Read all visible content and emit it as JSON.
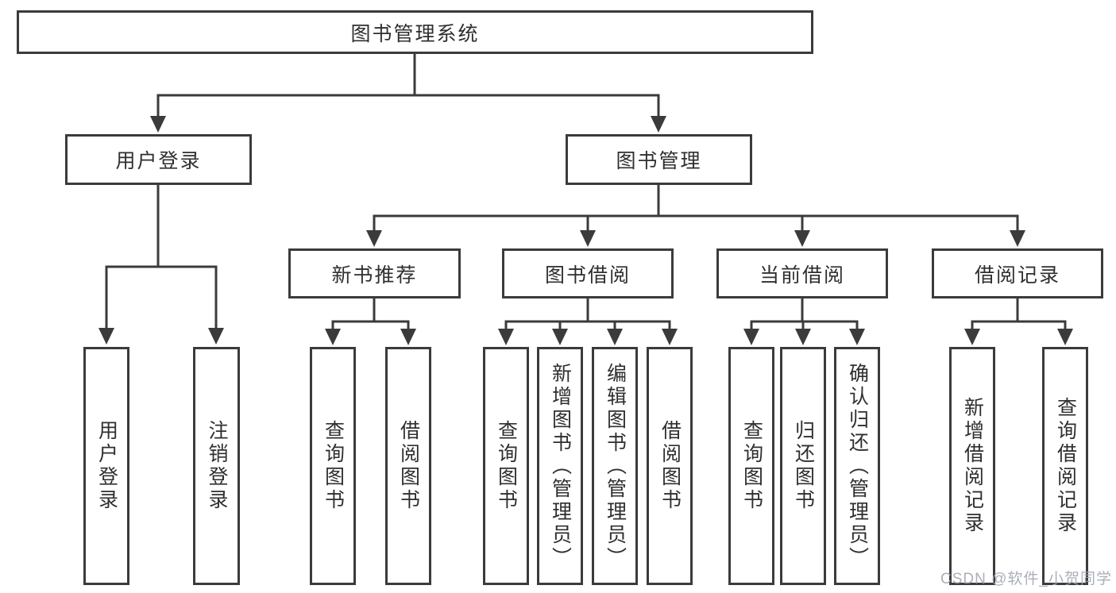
{
  "diagram": {
    "root": "图书管理系统",
    "level2": [
      {
        "id": "user-login",
        "label": "用户登录"
      },
      {
        "id": "book-management",
        "label": "图书管理"
      }
    ],
    "level3": [
      {
        "id": "new-book-recommend",
        "label": "新书推荐"
      },
      {
        "id": "book-borrow",
        "label": "图书借阅"
      },
      {
        "id": "current-borrow",
        "label": "当前借阅"
      },
      {
        "id": "borrow-records",
        "label": "借阅记录"
      }
    ],
    "leaves": {
      "user_login": [
        "用户登录",
        "注销登录"
      ],
      "new_book": [
        "查询图书",
        "借阅图书"
      ],
      "book_borrow": [
        "查询图书",
        "新增图书（管理员）",
        "编辑图书（管理员）",
        "借阅图书"
      ],
      "current_borrow": [
        "查询图书",
        "归还图书",
        "确认归还（管理员）"
      ],
      "borrow_records": [
        "新增借阅记录",
        "查询借阅记录"
      ]
    }
  },
  "watermark": "CSDN @软件_小贺同学",
  "colors": {
    "line": "#3b3b3b",
    "box_border": "#3b3b3b",
    "text": "#2f2f2f",
    "background": "#ffffff",
    "watermark": "#9ea4af"
  }
}
